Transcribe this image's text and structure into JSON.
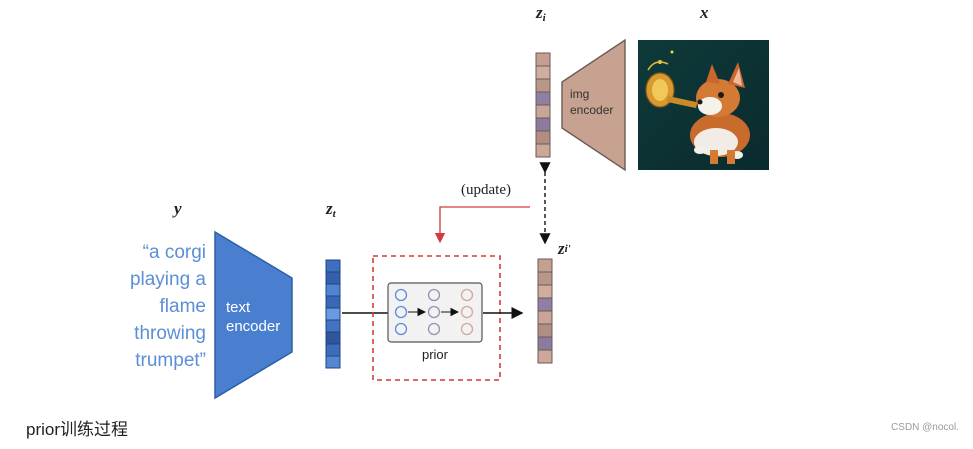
{
  "labels": {
    "y": "y",
    "x": "x",
    "zi": "z",
    "zi_sub": "i",
    "zt": "z",
    "zt_sub": "t",
    "zi_prime": "z",
    "zi_prime_sub": "i'"
  },
  "text_prompt": [
    "“a corgi",
    "playing a",
    "flame",
    "throwing",
    "trumpet”"
  ],
  "text_encoder": [
    "text",
    "encoder"
  ],
  "img_encoder": [
    "img",
    "encoder"
  ],
  "prior_label": "prior",
  "update_label": "(update)",
  "caption": "prior训练过程",
  "watermark": "CSDN @nocol.",
  "colors": {
    "text_encoder": "#4a7fd0",
    "img_encoder": "#c7a291",
    "prompt_text": "#5b8fd6",
    "update_arrow": "#d33a3a"
  }
}
